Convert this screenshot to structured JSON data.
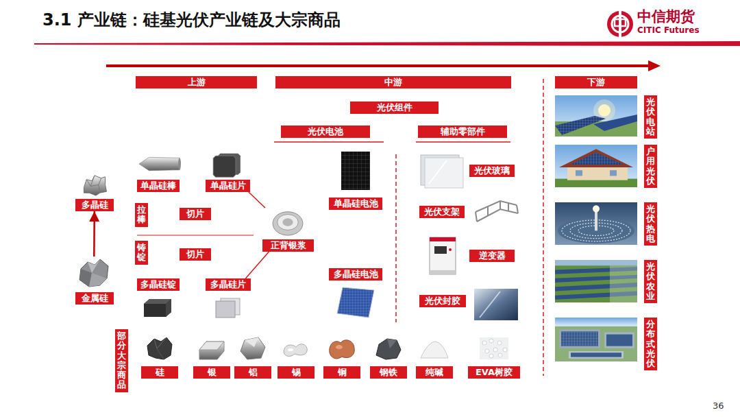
{
  "diagram": {
    "title": "3.1 产业链：硅基光伏产业链及大宗商品",
    "nodes": [
      {
        "text": [
          "上游"
        ]
      },
      {
        "text": [
          "中游"
        ]
      },
      {
        "text": [
          "下游"
        ]
      },
      {
        "text": [
          "光伏组件"
        ]
      },
      {
        "text": [
          "光伏电池"
        ]
      },
      {
        "text": [
          "辅助零部件"
        ]
      },
      {
        "text": [
          "单晶硅棒"
        ]
      },
      {
        "text": [
          "单晶硅片"
        ]
      },
      {
        "text": [
          "多晶硅"
        ]
      },
      {
        "text": [
          "拉棒"
        ]
      },
      {
        "text": [
          "切片"
        ]
      },
      {
        "text": [
          "铸锭"
        ]
      },
      {
        "text": [
          "切片"
        ]
      },
      {
        "text": [
          "正背银浆"
        ]
      },
      {
        "text": [
          "金属硅"
        ]
      },
      {
        "text": [
          "多晶硅锭"
        ]
      },
      {
        "text": [
          "多晶硅片"
        ]
      },
      {
        "text": [
          "单晶硅电池"
        ]
      },
      {
        "text": [
          "多晶硅电池"
        ]
      },
      {
        "text": [
          "光伏玻璃"
        ]
      },
      {
        "text": [
          "光伏支架"
        ]
      },
      {
        "text": [
          "逆变器"
        ]
      },
      {
        "text": [
          "光伏封胶"
        ]
      },
      {
        "text": [
          "部分大宗商品"
        ]
      },
      {
        "text": [
          "硅"
        ]
      },
      {
        "text": [
          "银"
        ]
      },
      {
        "text": [
          "铝"
        ]
      },
      {
        "text": [
          "锡"
        ]
      },
      {
        "text": [
          "铜"
        ]
      },
      {
        "text": [
          "钢铁"
        ]
      },
      {
        "text": [
          "纯碱"
        ]
      },
      {
        "text": [
          "EVA树胶"
        ]
      },
      {
        "text": [
          "光伏电站"
        ]
      },
      {
        "text": [
          "户用光伏"
        ]
      },
      {
        "text": [
          "光伏热电"
        ]
      },
      {
        "text": [
          "光伏农业"
        ]
      },
      {
        "text": [
          "分布式光伏"
        ]
      }
    ],
    "edges": [
      {
        "from": 14,
        "to": 8,
        "arrow": "to"
      },
      {
        "from": 7,
        "to": 13,
        "arrow": "none"
      },
      {
        "from": 16,
        "to": 13,
        "arrow": "none"
      }
    ],
    "labels": [
      "中信期货",
      "CITIC Futures",
      "36"
    ]
  }
}
